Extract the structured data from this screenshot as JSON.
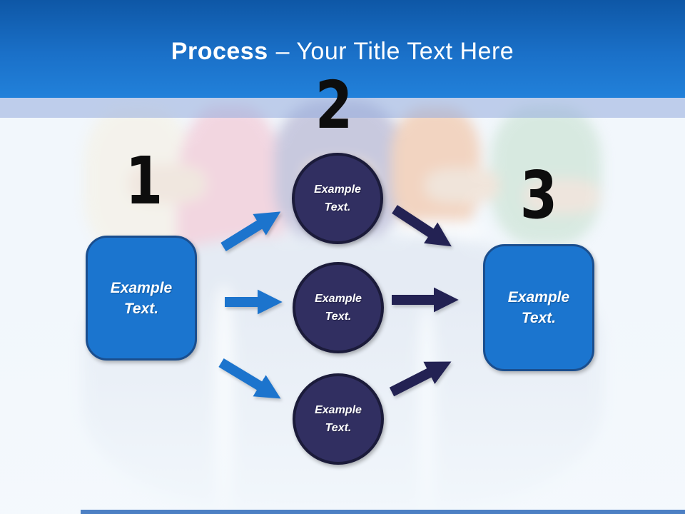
{
  "slide": {
    "header": {
      "title_bold": "Process",
      "title_regular": "– Your Title Text Here"
    },
    "process": {
      "steps": [
        {
          "number": "1",
          "shape": "rounded-rectangle",
          "label": "Example Text."
        },
        {
          "number": "2",
          "shape": "circle-group",
          "labels": [
            "Example Text.",
            "Example Text.",
            "Example Text."
          ]
        },
        {
          "number": "3",
          "shape": "rounded-rectangle",
          "label": "Example Text."
        }
      ]
    },
    "colors": {
      "header_gradient_top": "#0e57a6",
      "header_gradient_bottom": "#2281da",
      "title_text": "#ffffff",
      "box_blue": "#1b75cf",
      "box_blue_border": "#1a4e8e",
      "circle_navy": "#312f61",
      "circle_navy_border": "#1b1b3a",
      "arrow_blue": "#1c74cd",
      "arrow_navy": "#232253",
      "step_number": "#0d0d0d",
      "footer_bar": "#4d80c4"
    }
  }
}
